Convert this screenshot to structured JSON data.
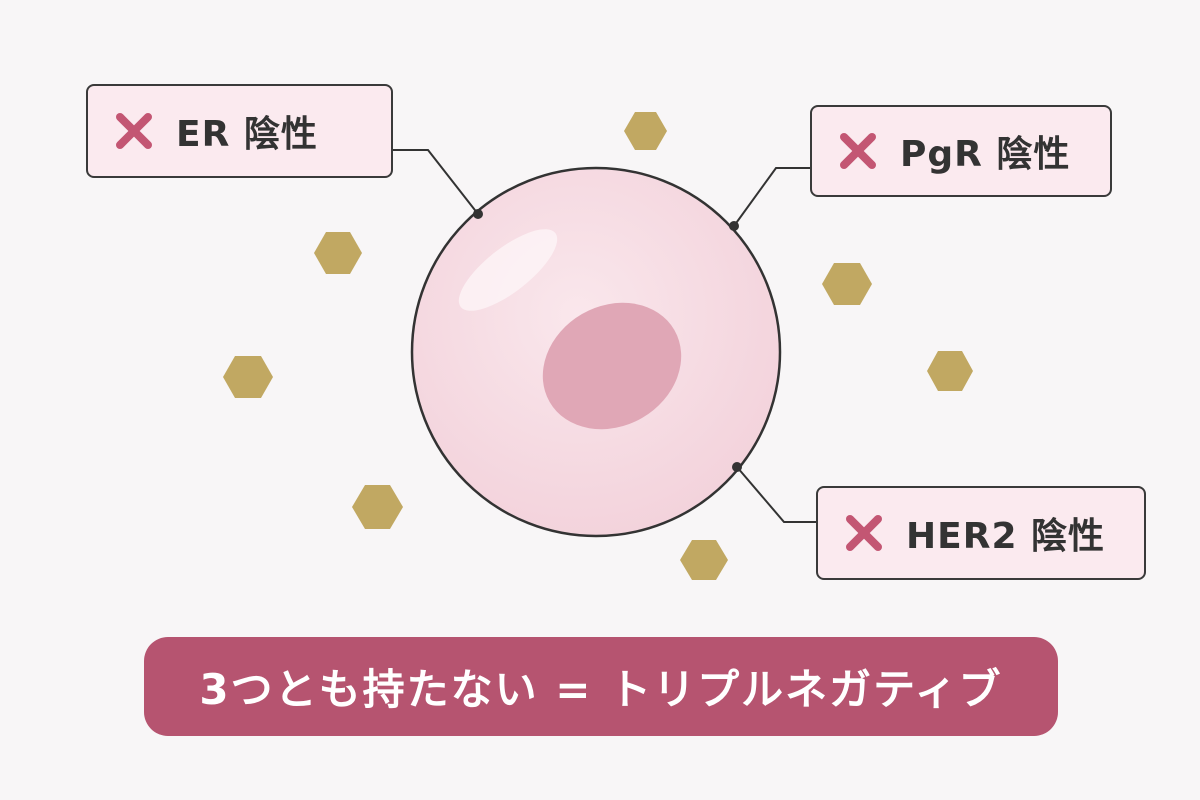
{
  "labels": {
    "er": "ER 陰性",
    "pgr": "PgR 陰性",
    "her2": "HER2 陰性"
  },
  "summary": "3つとも持たない = トリプルネガティブ",
  "icons": {
    "negative_mark": "x-icon",
    "molecule": "hexagon-icon"
  },
  "colors": {
    "background": "#f8f6f7",
    "cell_fill": "#f6dbe2",
    "nucleus": "#e0a7b6",
    "hexagon": "#c1a862",
    "x_mark": "#c35673",
    "label_fill": "#fbeaef",
    "banner": "#b65470",
    "outline": "#333333"
  }
}
